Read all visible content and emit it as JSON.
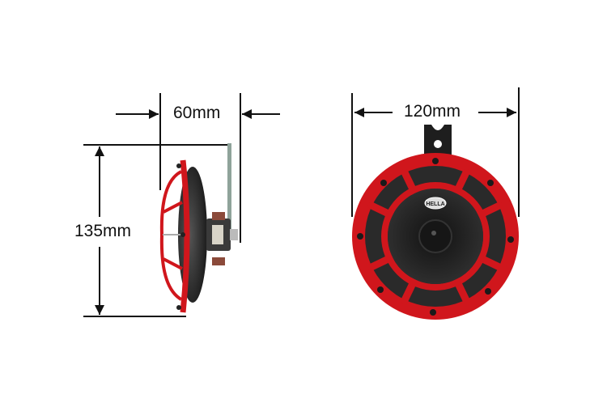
{
  "diagram": {
    "subject": "Horn dimension drawing",
    "views": [
      {
        "name": "side-view",
        "dimensions": {
          "depth": "60mm",
          "height": "135mm"
        }
      },
      {
        "name": "front-view",
        "dimensions": {
          "width": "120mm"
        },
        "logo": "HELLA"
      }
    ],
    "labels": {
      "depth": "60mm",
      "height": "135mm",
      "width": "120mm"
    },
    "colors": {
      "body_red": "#d0161c",
      "dark_grille": "#2a2a2a",
      "line": "#111111"
    }
  }
}
